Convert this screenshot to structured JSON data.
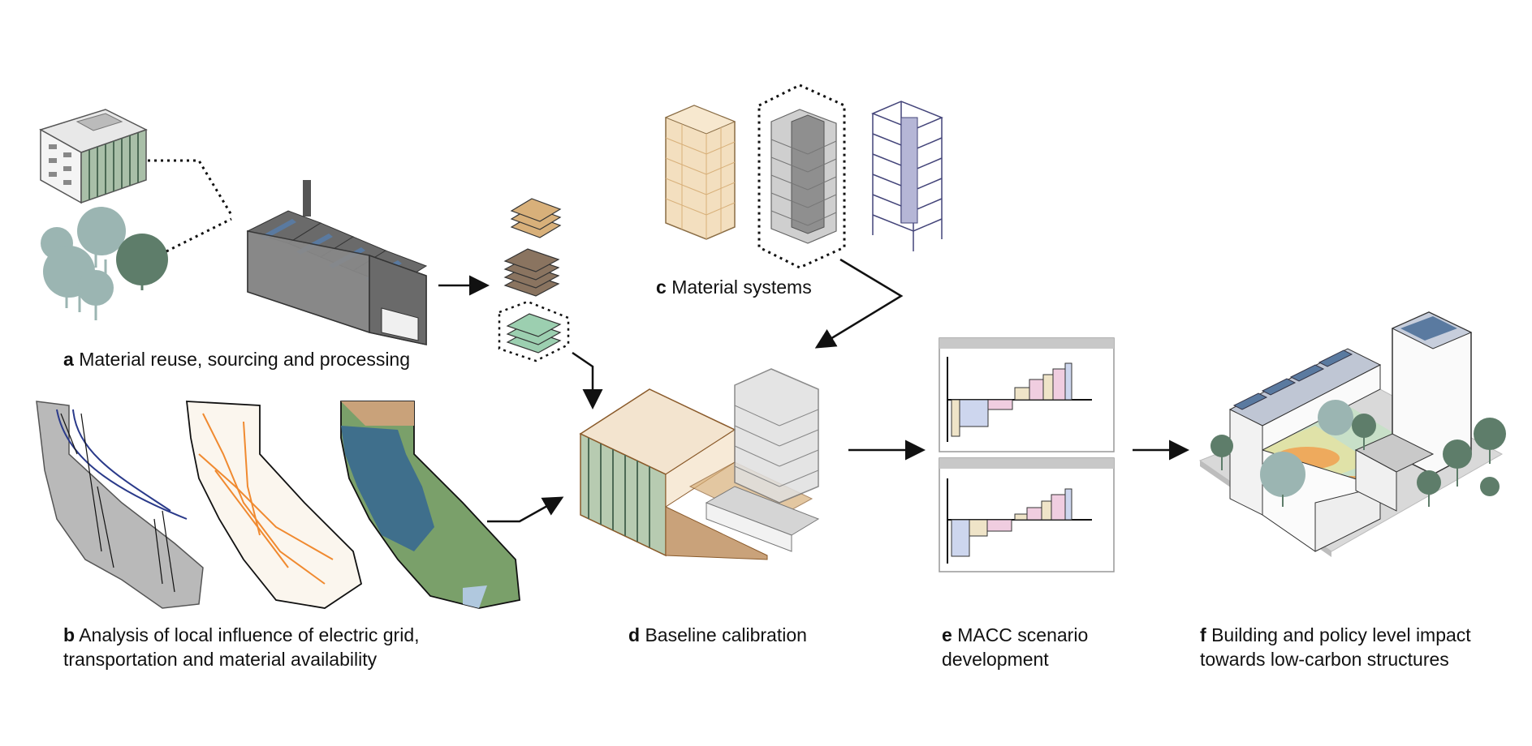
{
  "panels": {
    "a": {
      "letter": "a",
      "text": "Material reuse, sourcing and processing"
    },
    "b": {
      "letter": "b",
      "line1": "Analysis of local influence of electric grid,",
      "line2": "transportation and material availability"
    },
    "c": {
      "letter": "c",
      "text": "Material systems"
    },
    "d": {
      "letter": "d",
      "text": "Baseline calibration"
    },
    "e": {
      "letter": "e",
      "line1": "MACC scenario",
      "line2": "development"
    },
    "f": {
      "letter": "f",
      "line1": "Building and policy level impact",
      "line2": "towards low-carbon structures"
    }
  },
  "colors": {
    "tree_light": "#9bb5b2",
    "tree_dark": "#5e7d6a",
    "factory_gray": "#6f6f6f",
    "solar_blue": "#5a7aa0",
    "timber": "#d8b07a",
    "timber_dark": "#8a7460",
    "green_layer": "#9ccfb0",
    "grid_line": "#2a3a8a",
    "road_orange": "#f08a30",
    "map_blue": "#3f6f8c",
    "map_green": "#7aa06a",
    "map_tan": "#c9a27a",
    "macc_blue": "#cdd6ee",
    "macc_pink": "#f0cde0",
    "macc_cream": "#efe4c8",
    "ground_green": "#c8e0c8",
    "heat_orange": "#f0a050"
  },
  "icons": [
    "building-icon",
    "tree-icon",
    "factory-icon",
    "layer-stack-icon",
    "timber-tower-icon",
    "concrete-tower-icon",
    "steel-tower-icon",
    "california-map-icon",
    "macc-chart-icon",
    "city-block-icon"
  ]
}
